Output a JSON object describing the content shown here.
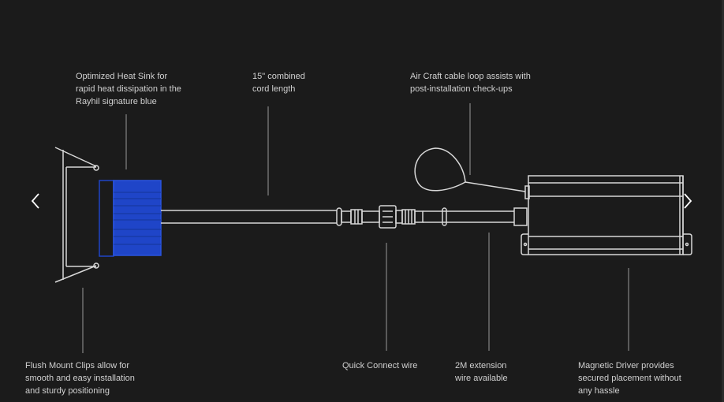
{
  "callouts": {
    "heat_sink": [
      "Optimized Heat Sink for",
      "rapid heat dissipation in the",
      "Rayhil signature blue"
    ],
    "cord": [
      "15\" combined",
      "cord length"
    ],
    "aircraft": [
      "Air Craft cable loop assists with",
      "post-installation check-ups"
    ],
    "clips": [
      "Flush Mount Clips allow for",
      "smooth and easy installation",
      "and sturdy positioning"
    ],
    "quick_connect": [
      "Quick Connect wire"
    ],
    "extension": [
      "2M extension",
      "wire available"
    ],
    "driver": [
      "Magnetic Driver provides",
      "secured placement without",
      "any hassle"
    ]
  },
  "colors": {
    "background": "#1b1b1b",
    "line": "#d8d8d8",
    "heat_sink_blue": "#1f45c8"
  },
  "icons": {
    "prev": "chevron-left-icon",
    "next": "chevron-right-icon"
  }
}
